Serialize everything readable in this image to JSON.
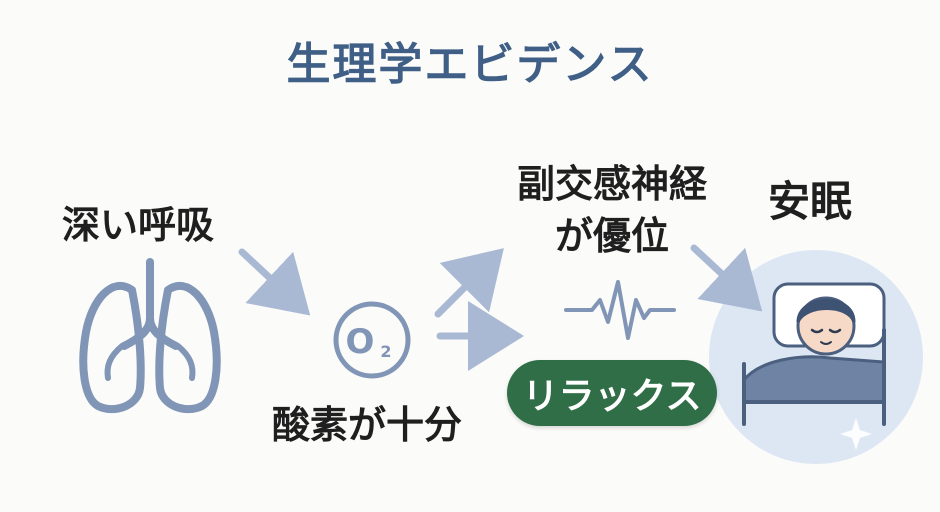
{
  "title": "生理学エビデンス",
  "labels": {
    "deep_breathing": "深い呼吸",
    "sufficient_oxygen": "酸素が十分",
    "parasympathetic_line1": "副交感神経",
    "parasympathetic_line2": "が優位",
    "relax": "リラックス",
    "sleep": "安眠"
  },
  "oxygen_symbol": {
    "main": "O",
    "sub": "2"
  },
  "icons": [
    "lungs-icon",
    "oxygen-icon",
    "heartbeat-icon",
    "sleeping-person-icon",
    "sparkle-icon"
  ],
  "colors": {
    "title": "#3f5f86",
    "icon_line": "#8196b6",
    "arrow": "#a9b9d3",
    "pill": "#2f6e46",
    "sleep_circle": "#dde7f3"
  }
}
